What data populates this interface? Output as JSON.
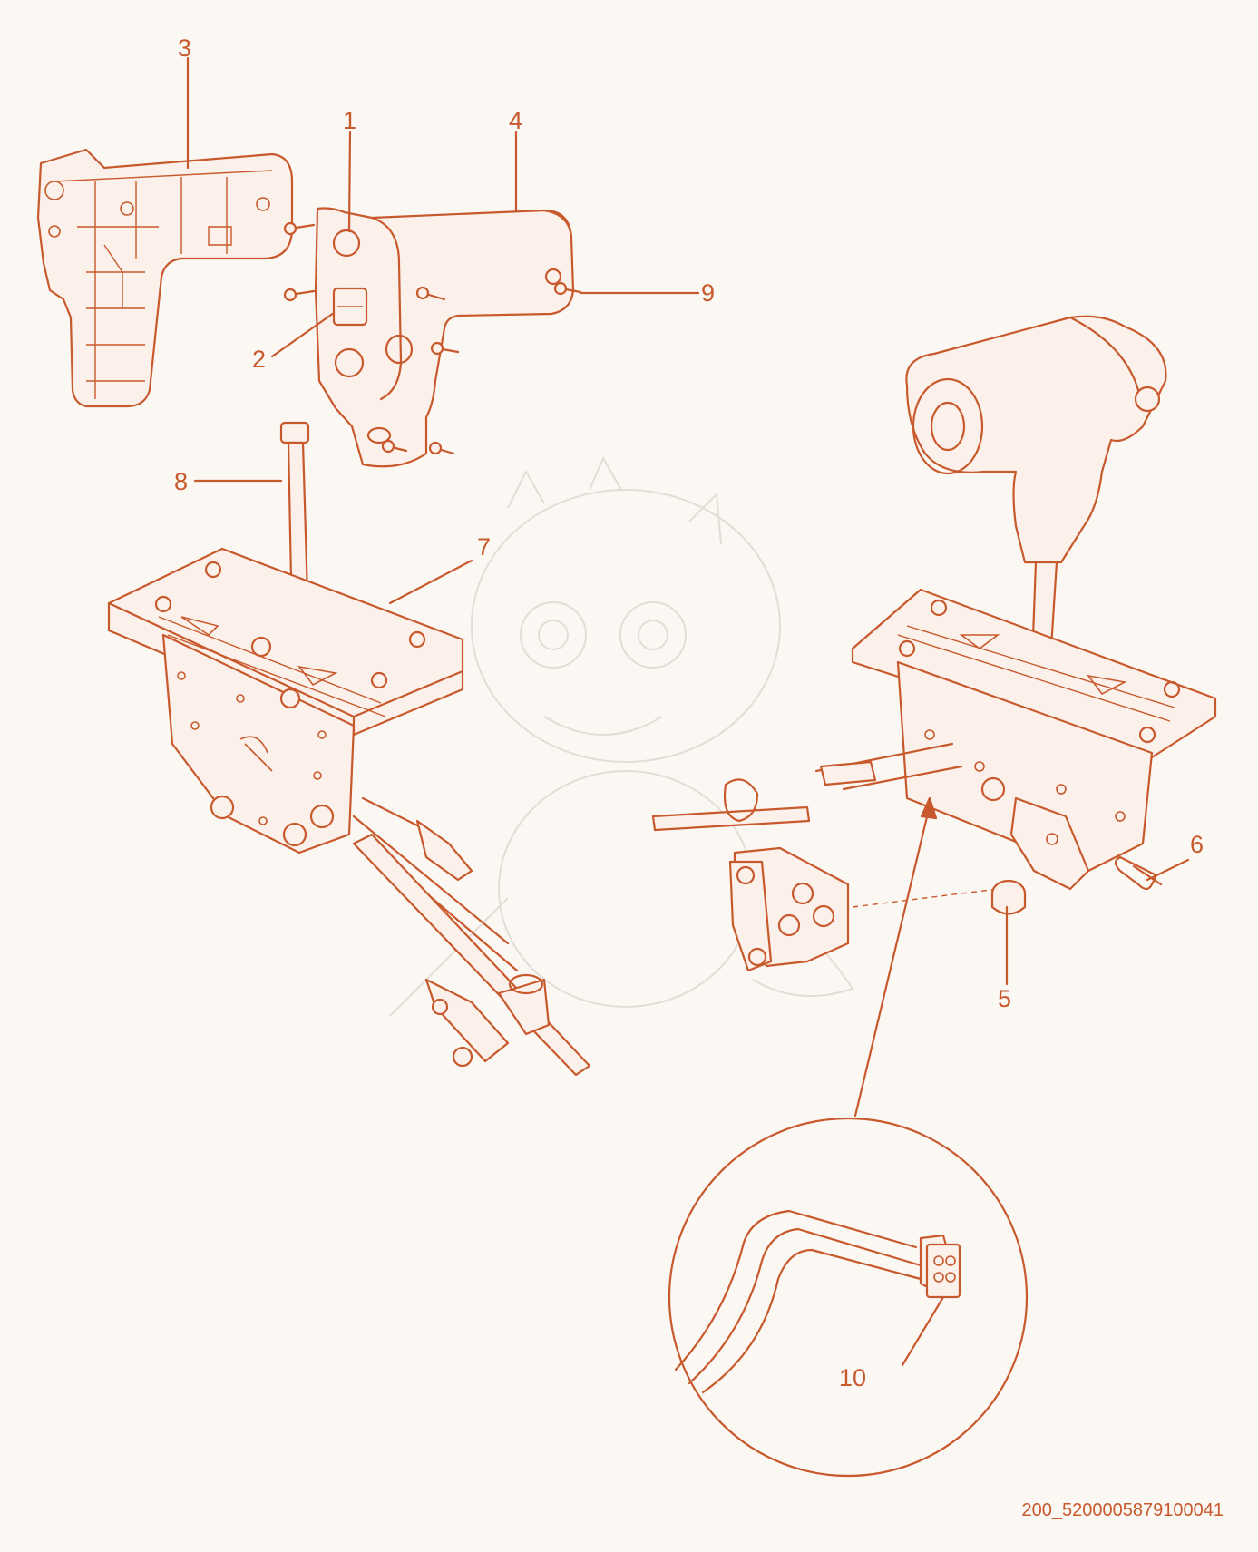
{
  "diagram": {
    "line_color": "#c8592c",
    "background_color": "#fbf7f3",
    "watermark_color": "#e4dcd6",
    "callouts": [
      {
        "id": "c1",
        "label": "1",
        "part": "lever-handle-half"
      },
      {
        "id": "c2",
        "label": "2",
        "part": "rocker-switch"
      },
      {
        "id": "c3",
        "label": "3",
        "part": "handle-housing-shell"
      },
      {
        "id": "c4",
        "label": "4",
        "part": "handle-grip"
      },
      {
        "id": "c5",
        "label": "5",
        "part": "bushing"
      },
      {
        "id": "c6",
        "label": "6",
        "part": "retaining-clip"
      },
      {
        "id": "c7",
        "label": "7",
        "part": "shifter-mechanism-assembly"
      },
      {
        "id": "c8",
        "label": "8",
        "part": "shift-lever-rod"
      },
      {
        "id": "c9",
        "label": "9",
        "part": "screw"
      },
      {
        "id": "c10",
        "label": "10",
        "part": "wiring-harness-connector"
      }
    ],
    "drawing_id": "200_5200005879100041"
  }
}
